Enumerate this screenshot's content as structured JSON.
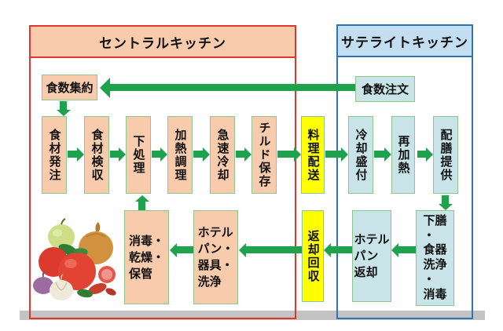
{
  "colors": {
    "arrow_green": "#1fa24e",
    "box_border_green": "#8fc68e",
    "central_border_red": "#e0362c",
    "satellite_border_blue": "#2e75b6",
    "peach_fill": "#f8cbad",
    "blue_box_fill": "#c8e4e8",
    "satellite_header_fill": "#c3def1",
    "yellow_fill": "#ffff00",
    "shadow_gray": "#c3c3c3"
  },
  "headers": {
    "central": "セントラルキッチン",
    "satellite": "サテライトキッチン"
  },
  "order_row": {
    "aggregation": "食数集約",
    "order": "食数注文"
  },
  "main_flow": [
    {
      "label": "食材発注",
      "style": "peach"
    },
    {
      "label": "食材検収",
      "style": "peach"
    },
    {
      "label": "下処理",
      "style": "peach"
    },
    {
      "label": "加熱調理",
      "style": "peach"
    },
    {
      "label": "急速冷却",
      "style": "peach"
    },
    {
      "label": "チルド保存",
      "style": "peach"
    },
    {
      "label": "料理配送",
      "style": "yellow"
    },
    {
      "label": "冷却盛付",
      "style": "blue"
    },
    {
      "label": "再加熱",
      "style": "blue"
    },
    {
      "label": "配膳提供",
      "style": "blue"
    }
  ],
  "return_flow": {
    "clearing": "下膳\n・\n食器\n洗浄\n・\n消毒",
    "hotel_pan_return": "ホテル\nパン\n返却",
    "return_collection": "返却回収",
    "pan_equipment_washing": "ホテル\nパン・\n器具・\n洗浄",
    "disinfect_dry_store": "消毒・\n乾燥・\n保管"
  },
  "icons": {
    "vegetables": "vegetables-photo-illustration"
  }
}
